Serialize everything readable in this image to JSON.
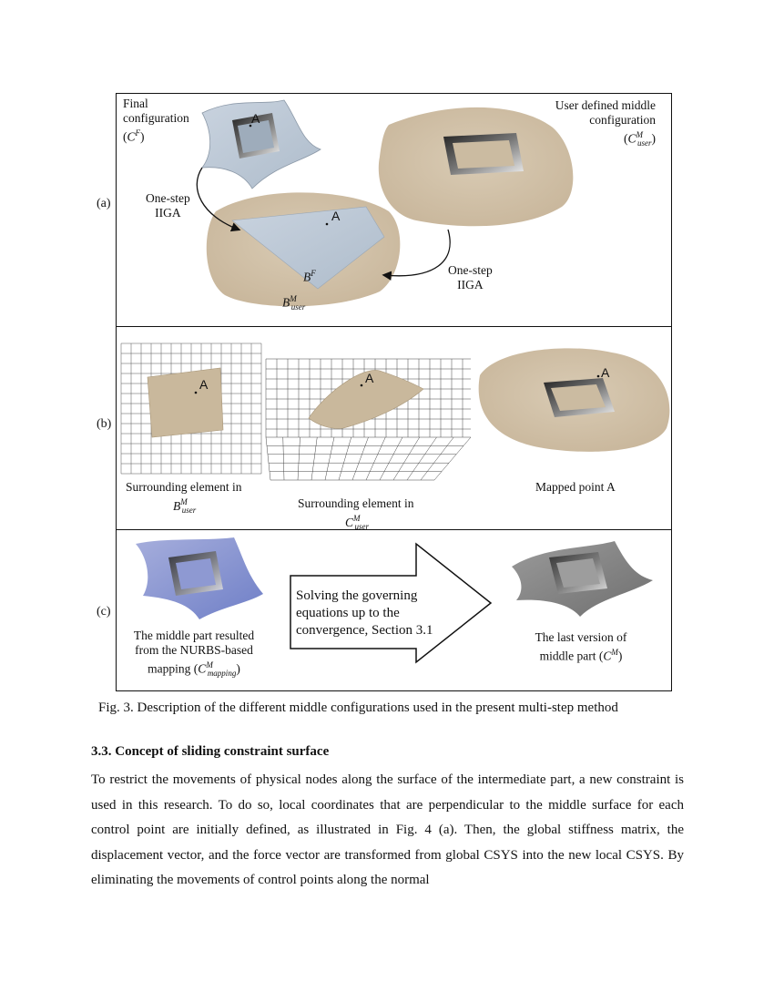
{
  "figure": {
    "panels": {
      "a": {
        "label": "(a)",
        "final_config_label": "Final configuration",
        "final_config_symbol": "C",
        "final_config_sup": "F",
        "user_middle_label": "User defined middle configuration",
        "user_middle_symbol": "C",
        "user_middle_sup": "M",
        "user_middle_sub": "user",
        "one_step_left_1": "One-step",
        "one_step_left_2": "IIGA",
        "one_step_right_1": "One-step",
        "one_step_right_2": "IIGA",
        "point_label": "A",
        "bf_symbol": "B",
        "bf_sup": "F",
        "bm_symbol": "B",
        "bm_sup": "M",
        "bm_sub": "user"
      },
      "b": {
        "label": "(b)",
        "point_label": "A",
        "left_caption": "Surrounding element in",
        "left_symbol": "B",
        "left_sup": "M",
        "left_sub": "user",
        "middle_caption": "Surrounding element in",
        "middle_symbol": "C",
        "middle_sup": "M",
        "middle_sub": "user",
        "right_caption": "Mapped point A"
      },
      "c": {
        "label": "(c)",
        "left_caption_1": "The middle part resulted",
        "left_caption_2": "from the NURBS-based",
        "left_caption_3": "mapping (",
        "left_symbol": "C",
        "left_sup": "M",
        "left_sub": "mapping",
        "arrow_text_1": "Solving the governing",
        "arrow_text_2": "equations up to the",
        "arrow_text_3": "convergence, Section 3.1",
        "right_caption_1": "The last version of",
        "right_caption_2": "middle part (",
        "right_symbol": "C",
        "right_sup": "M"
      }
    },
    "caption": "Fig. 3. Description of the different middle configurations used in the present multi-step method"
  },
  "section": {
    "heading": "3.3. Concept of sliding constraint surface",
    "body": "To restrict the movements of physical nodes along the surface of the intermediate part, a new constraint is used in this research. To do so, local coordinates that are perpendicular to the middle surface for each control point are initially defined, as illustrated in Fig. 4 (a). Then, the global stiffness matrix, the displacement vector, and the force vector are transformed from global CSYS into the new local CSYS. By eliminating the movements of control points along the normal"
  }
}
